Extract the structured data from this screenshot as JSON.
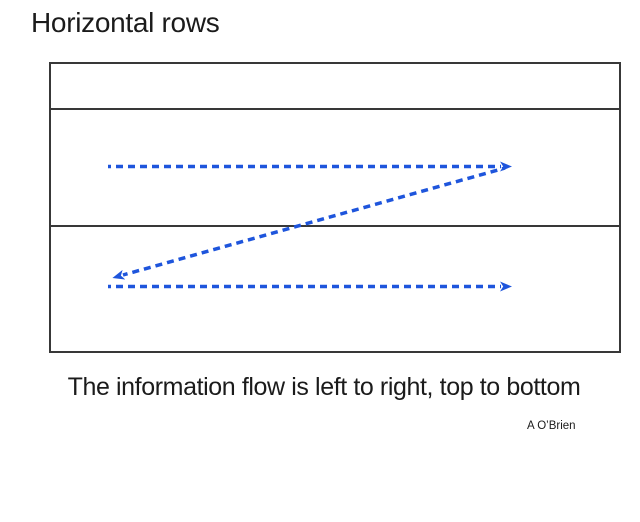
{
  "slide": {
    "title": "Horizontal rows",
    "caption": "The information flow is left to right, top to bottom",
    "credit": "A O’Brien"
  },
  "diagram": {
    "row_count": 3,
    "arrow_color": "#1e55dc",
    "box_border_color": "#383838"
  }
}
